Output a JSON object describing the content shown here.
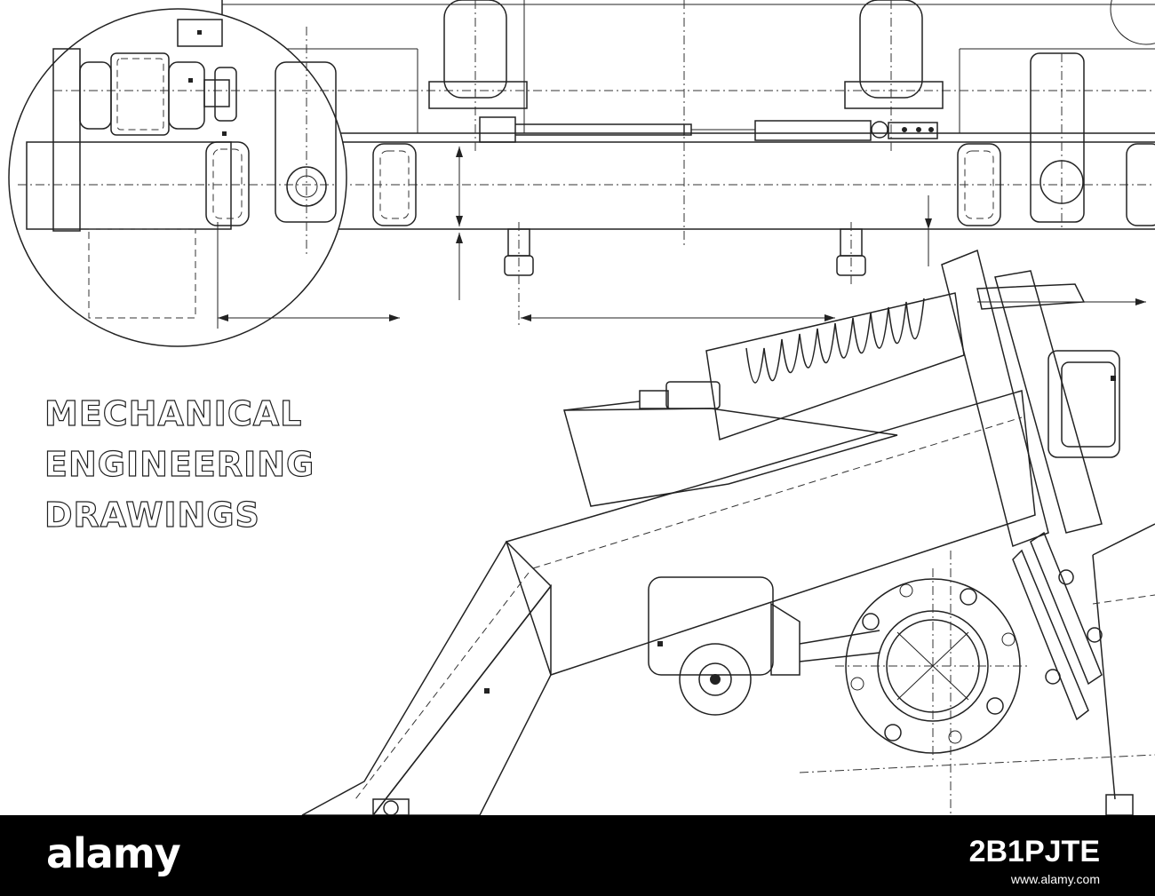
{
  "title": {
    "line1": "MECHANICAL",
    "line2": "ENGINEERING",
    "line3": "DRAWINGS"
  },
  "footer": {
    "brand": "alamy",
    "image_id": "2B1PJTE",
    "url": "www.alamy.com"
  },
  "colors": {
    "line": "#222222",
    "background": "#ffffff",
    "footer": "#000000"
  },
  "icons": [
    "mechanical-drawing-illustration",
    "alamy-logo"
  ]
}
